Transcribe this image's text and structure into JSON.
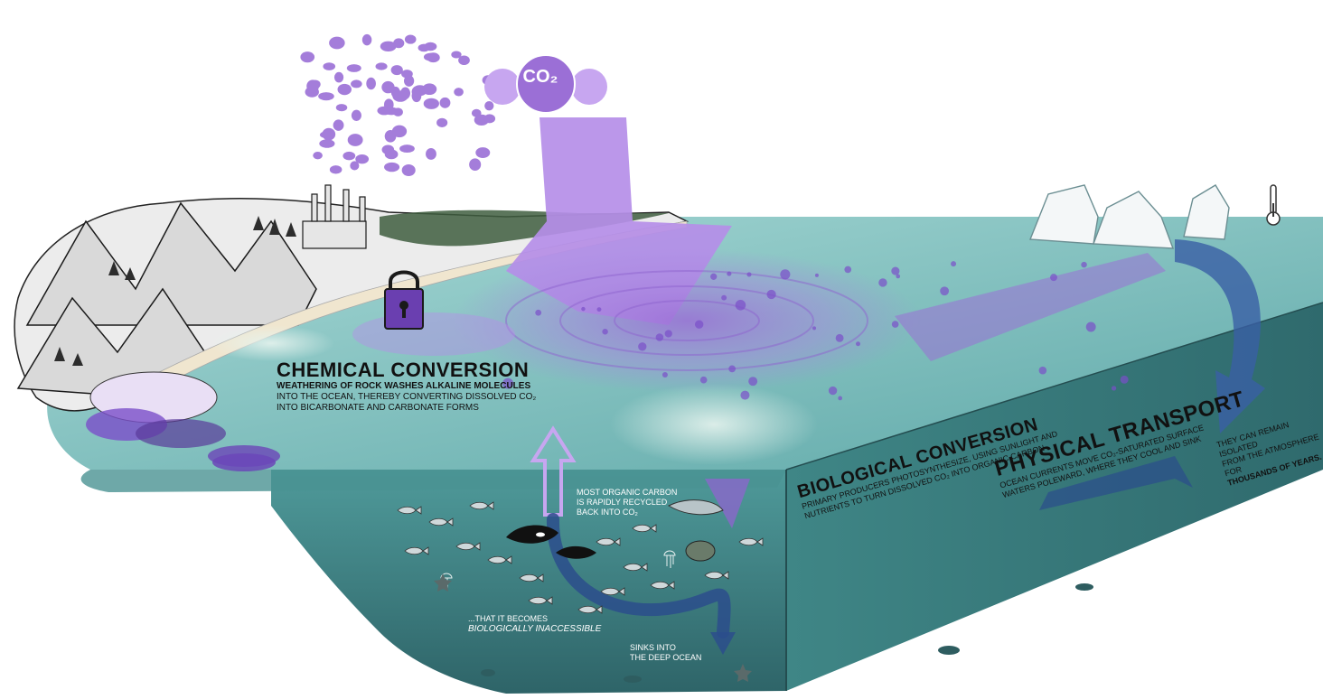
{
  "co2_badge": {
    "label": "CO₂"
  },
  "chemical_conversion": {
    "title": "CHEMICAL CONVERSION",
    "line1": "WEATHERING OF ROCK WASHES ALKALINE MOLECULES",
    "line2": "INTO THE OCEAN, THEREBY CONVERTING DISSOLVED CO₂",
    "line3": "INTO BICARBONATE AND CARBONATE FORMS"
  },
  "biological_conversion": {
    "title": "BIOLOGICAL CONVERSION",
    "line1": "PRIMARY PRODUCERS PHOTOSYNTHESIZE, USING SUNLIGHT AND",
    "line2": "NUTRIENTS TO TURN DISSOLVED CO₂ INTO ORGANIC CARBON"
  },
  "physical_transport": {
    "title": "PHYSICAL TRANSPORT",
    "line1": "OCEAN CURRENTS MOVE CO₂-SATURATED SURFACE",
    "line2": "WATERS POLEWARD, WHERE THEY COOL AND SINK"
  },
  "isolation_note": {
    "line1": "THEY CAN REMAIN ISOLATED",
    "line2": "FROM THE ATMOSPHERE FOR",
    "line3": "THOUSANDS OF YEARS."
  },
  "recycled_note": {
    "line1": "MOST ORGANIC CARBON",
    "line2": "IS RAPIDLY RECYCLED",
    "line3": "BACK INTO CO₂"
  },
  "inaccessible_note": {
    "line1": "...THAT IT BECOMES",
    "line2": "BIOLOGICALLY INACCESSIBLE"
  },
  "sinks_note": {
    "line1": "SINKS INTO",
    "line2": "THE DEEP OCEAN"
  },
  "colors": {
    "co2_purple": "#b58ee8",
    "co2_dark": "#7a4fc9",
    "ocean_surface": "#7fc6c6",
    "ocean_mid": "#4f9e9e",
    "ocean_deep": "#356f73",
    "deep_arrow": "#2b4d8c",
    "ice": "#f4f7f8"
  },
  "icons": [
    "co2-molecule-icon",
    "padlock-icon",
    "thermometer-icon",
    "iceberg-icon",
    "orca-icon",
    "fish-icon",
    "turtle-icon",
    "shark-icon",
    "jellyfish-icon",
    "starfish-icon",
    "factory-icon",
    "mountain-icon",
    "tree-icon"
  ]
}
